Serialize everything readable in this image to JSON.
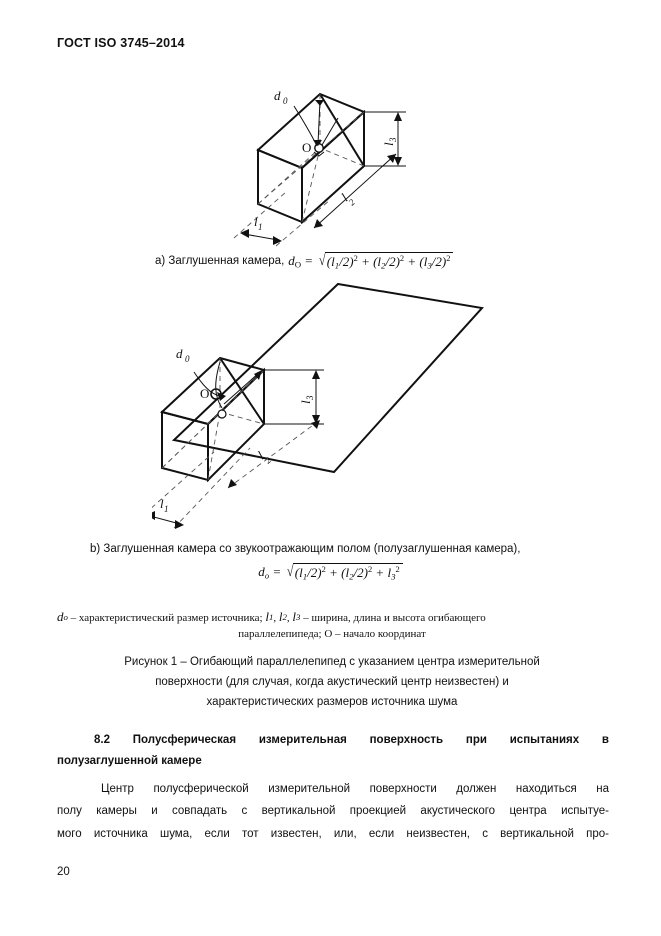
{
  "header": {
    "standard_title": "ГОСТ ISO 3745–2014"
  },
  "figure_a": {
    "caption_prefix": "a) Заглушенная камера,",
    "formula": {
      "lhs_var": "d",
      "lhs_sub": "O",
      "eq": "=",
      "terms": [
        "(l",
        "/2)",
        "+ (l",
        "/2)",
        "+ (l",
        "/2)"
      ],
      "plain": "d_O = sqrt((l1/2)^2 + (l2/2)^2 + (l3/2)^2)"
    },
    "diagram": {
      "type": "isometric-box",
      "labels": {
        "d0": "d",
        "d0_sub": "0",
        "origin": "O",
        "l1": "l",
        "l1_sub": "1",
        "l2": "l",
        "l2_sub": "2",
        "l3": "l",
        "l3_sub": "3"
      }
    }
  },
  "figure_b": {
    "caption": "b) Заглушенная камера со звукоотражающим полом (полузаглушенная камера),",
    "formula": {
      "lhs_var": "d",
      "lhs_sub": "o",
      "eq": "=",
      "plain": "d_o = sqrt((l1/2)^2 + (l2/2)^2 + l3^2)"
    },
    "diagram": {
      "type": "isometric-box-on-plane",
      "labels": {
        "d0": "d",
        "d0_sub": "0",
        "origin": "O",
        "l1": "l",
        "l1_sub": "1",
        "l2": "l",
        "l2_sub": "2",
        "l3": "l",
        "l3_sub": "3"
      }
    }
  },
  "legend": {
    "line1_pre": "– характеристический размер источника;",
    "line1_mid": "– ширина, длина и высота огибающего",
    "line2": "параллелепипеда; О – начало координат",
    "sym_d": "d",
    "sym_d_sub": "o",
    "sym_l": "l",
    "sym_l1": "1",
    "sym_l2": "2",
    "sym_l3": "3"
  },
  "figure_title": {
    "line1": "Рисунок 1 – Огибающий параллелепипед с указанием центра измерительной",
    "line2": "поверхности (для случая, когда акустический центр неизвестен) и",
    "line3": "характеристических размеров источника шума"
  },
  "section": {
    "heading_line1": "8.2   Полусферическая измерительная поверхность при испытаниях в",
    "heading_line2": "полузаглушенной камере"
  },
  "paragraph": {
    "line1": "Центр полусферической измерительной поверхности должен находиться на",
    "line2": "полу камеры и совпадать с вертикальной проекцией акустического центра испытуе-",
    "line3": "мого источника шума, если тот известен, или, если неизвестен, с вертикальной про-"
  },
  "footer": {
    "page_number": "20"
  }
}
